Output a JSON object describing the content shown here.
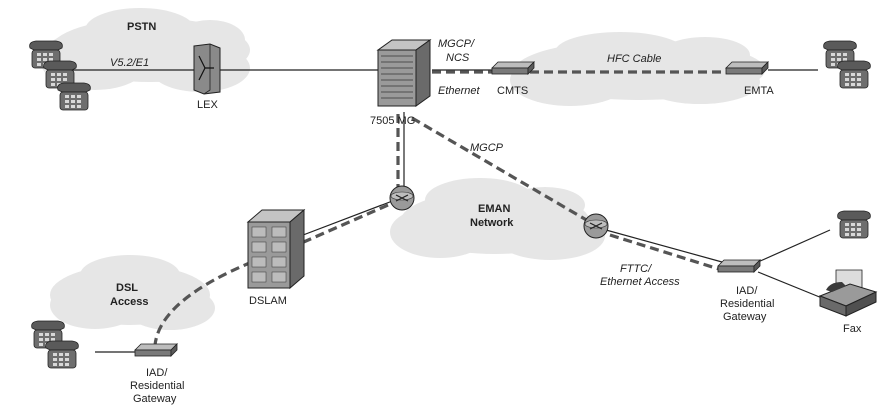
{
  "clouds": {
    "pstn": "PSTN",
    "hfc": "HFC Cable",
    "eman_line1": "EMAN",
    "eman_line2": "Network",
    "dsl_line1": "DSL",
    "dsl_line2": "Access"
  },
  "devices": {
    "lex": "LEX",
    "mg": "7505 MG",
    "cmts": "CMTS",
    "emta": "EMTA",
    "dslam": "DSLAM",
    "fax": "Fax",
    "iad_dsl": [
      "IAD/",
      "Residential",
      "Gateway"
    ],
    "iad_fttc": [
      "IAD/",
      "Residential",
      "Gateway"
    ]
  },
  "links": {
    "v52": "V5.2/E1",
    "mgcp_ncs": [
      "MGCP/",
      "NCS"
    ],
    "ethernet": "Ethernet",
    "mgcp": "MGCP",
    "fttc": [
      "FTTC/",
      "Ethernet Access"
    ]
  },
  "colors": {
    "cloud": "#e6e6e6",
    "device": "#8a8a8a",
    "line": "#222222",
    "dashed": "#555555"
  }
}
